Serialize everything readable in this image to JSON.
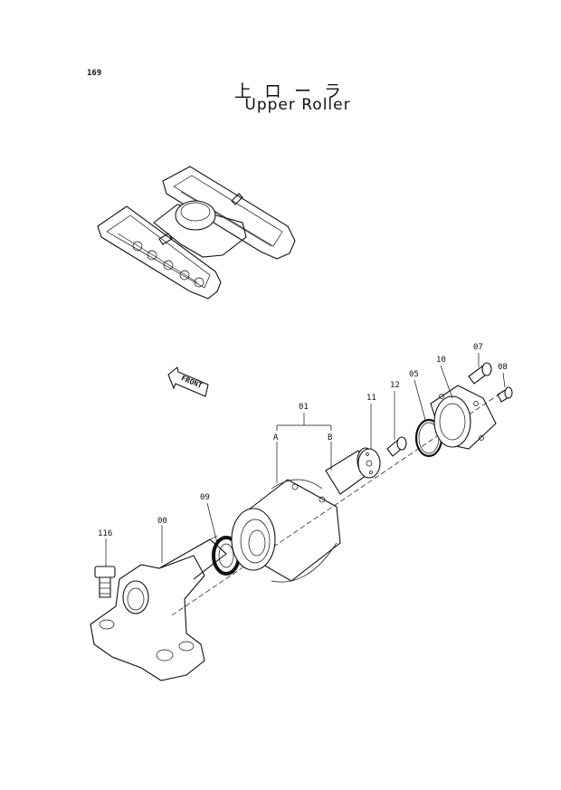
{
  "page_number": "169",
  "title_jp": "上ローラ",
  "title_en": "Upper Roller",
  "front_label": "FRONT",
  "part_labels": {
    "p00": "00",
    "p01": "01",
    "pA": "A",
    "pB": "B",
    "p05": "05",
    "p07": "07",
    "p08": "08",
    "p09": "09",
    "p10": "10",
    "p11": "11",
    "p12": "12",
    "p116": "116"
  }
}
